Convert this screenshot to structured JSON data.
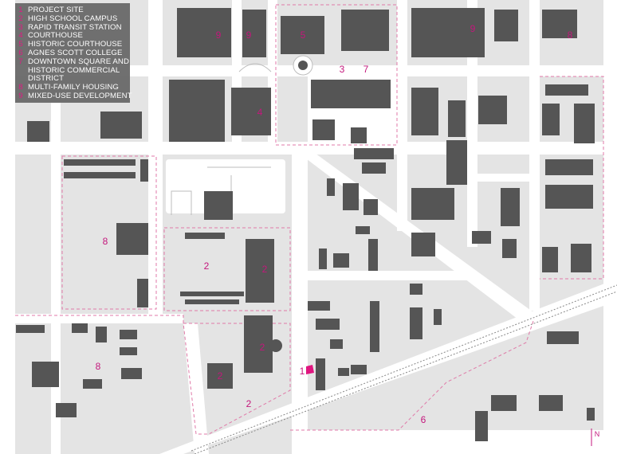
{
  "legend": {
    "items": [
      {
        "num": "1",
        "text": "PROJECT SITE"
      },
      {
        "num": "2",
        "text": "HIGH SCHOOL CAMPUS"
      },
      {
        "num": "3",
        "text": "RAPID TRANSIT STATION"
      },
      {
        "num": "4",
        "text": "COURTHOUSE"
      },
      {
        "num": "5",
        "text": "HISTORIC COURTHOUSE"
      },
      {
        "num": "6",
        "text": "AGNES SCOTT COLLEGE"
      },
      {
        "num": "7",
        "text": "DOWNTOWN SQUARE AND"
      },
      {
        "num": "",
        "text": "HISTORIC COMMERCIAL"
      },
      {
        "num": "",
        "text": "DISTRICT"
      },
      {
        "num": "8",
        "text": "MULTI-FAMILY HOUSING"
      },
      {
        "num": "9",
        "text": "MIXED-USE DEVELOPMENT"
      }
    ]
  },
  "map_labels": {
    "site": "1",
    "school_1": "2",
    "school_2": "2",
    "school_3": "2",
    "school_4": "2",
    "school_5": "2",
    "transit": "3",
    "courthouse": "4",
    "historic_courthouse": "5",
    "college": "6",
    "downtown": "7",
    "housing_1": "8",
    "housing_2": "8",
    "housing_3": "8",
    "mixed_use_1": "9",
    "mixed_use_2": "9",
    "mixed_use_3": "9"
  },
  "north_arrow": "N",
  "colors": {
    "background": "#e4e4e4",
    "road": "#ffffff",
    "building": "#555555",
    "accent": "#c4177c",
    "legend_panel": "#6c6c6c"
  }
}
